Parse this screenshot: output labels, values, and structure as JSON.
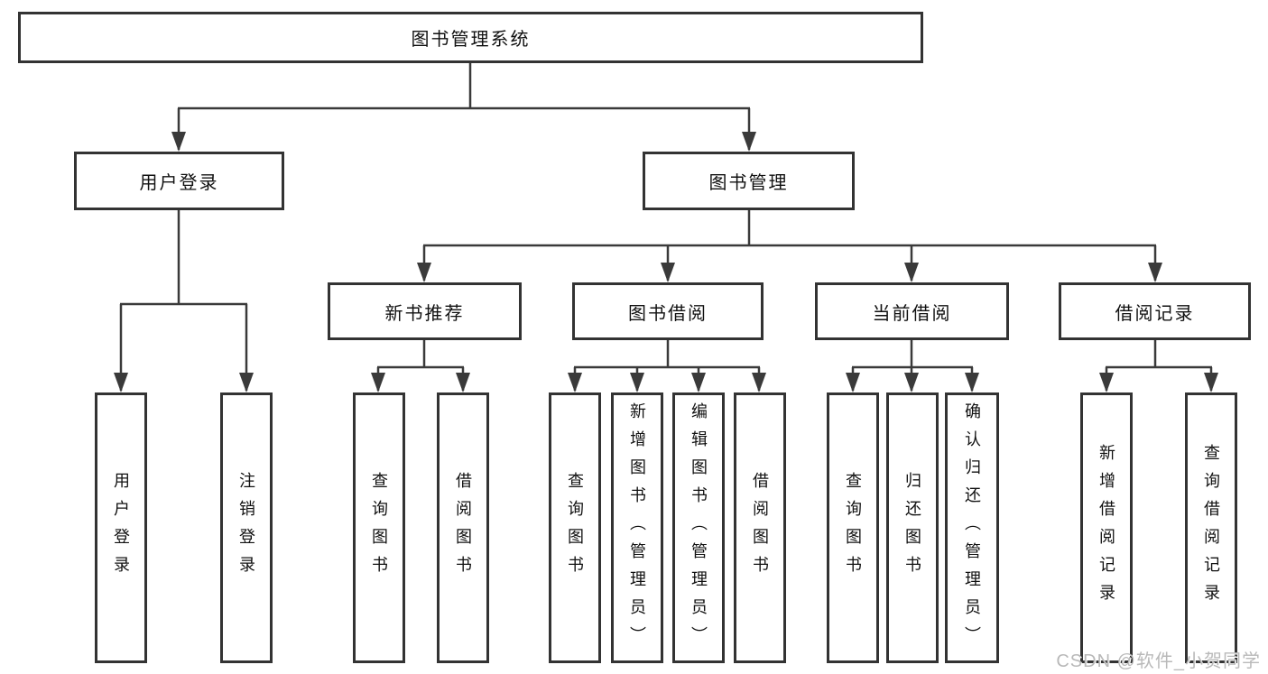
{
  "diagram": {
    "root": "图书管理系统",
    "branches": {
      "user_login": {
        "label": "用户登录",
        "children": [
          "用户登录",
          "注销登录"
        ]
      },
      "book_mgmt": {
        "label": "图书管理",
        "children": {
          "new_books": {
            "label": "新书推荐",
            "children": [
              "查询图书",
              "借阅图书"
            ]
          },
          "book_borrow": {
            "label": "图书借阅",
            "children": [
              "查询图书",
              "新增图书（管理员）",
              "编辑图书（管理员）",
              "借阅图书"
            ]
          },
          "current_borrow": {
            "label": "当前借阅",
            "children": [
              "查询图书",
              "归还图书",
              "确认归还（管理员）"
            ]
          },
          "borrow_records": {
            "label": "借阅记录",
            "children": [
              "新增借阅记录",
              "查询借阅记录"
            ]
          }
        }
      }
    }
  },
  "watermark": "CSDN @软件_小贺同学",
  "colors": {
    "line": "#3a3a3a",
    "border": "#333333",
    "text": "#111111",
    "watermark": "#b9b9b9",
    "background": "#ffffff"
  }
}
